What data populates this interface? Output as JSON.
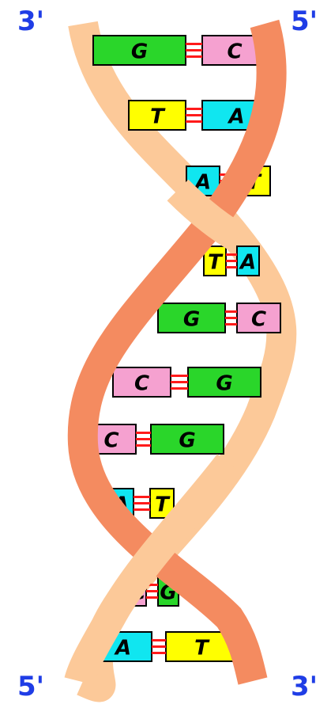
{
  "labels": {
    "top_left": "3'",
    "top_right": "5'",
    "bottom_left": "5'",
    "bottom_right": "3'"
  },
  "colors": {
    "strand_front": "#f48b60",
    "strand_back": "#fcc999",
    "G": "#2ad62a",
    "C": "#f5a1d0",
    "A": "#10e6f0",
    "T": "#ffff00",
    "bond": "#ff1a1a",
    "end_label": "#1f3de6"
  },
  "base_pairs": [
    {
      "left": "G",
      "right": "C"
    },
    {
      "left": "T",
      "right": "A"
    },
    {
      "left": "A",
      "right": "T"
    },
    {
      "left": "T",
      "right": "A"
    },
    {
      "left": "G",
      "right": "C"
    },
    {
      "left": "C",
      "right": "G"
    },
    {
      "left": "C",
      "right": "G"
    },
    {
      "left": "A",
      "right": "T"
    },
    {
      "left": "C",
      "right": "G"
    },
    {
      "left": "A",
      "right": "T"
    }
  ]
}
